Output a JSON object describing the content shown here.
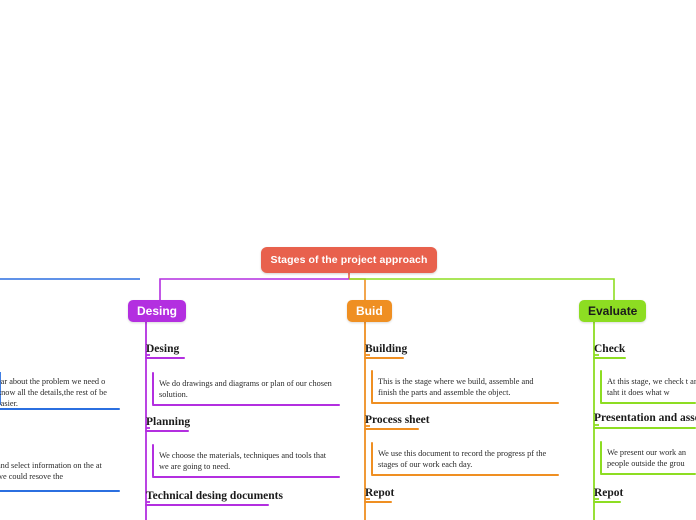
{
  "root": {
    "label": "Stages of the project approach",
    "color": "#e8614d"
  },
  "colors": {
    "analyse": "#2b6fe0",
    "desing": "#b32fe0",
    "buid": "#ef8f22",
    "evaluate": "#8ddd22",
    "root": "#e8614d"
  },
  "branches": [
    {
      "id": "analyse",
      "pill_label": "",
      "color": "#2b6fe0",
      "topics": [
        {
          "title": "",
          "note": "ear about the problem we need o know all the details,the rest of be easier."
        },
        {
          "title": "",
          "note": "and select information on the at we could resove the"
        }
      ]
    },
    {
      "id": "desing",
      "pill_label": "Desing",
      "color": "#b32fe0",
      "topics": [
        {
          "title": "Desing",
          "note": "We do drawings and diagrams or plan of our chosen solution."
        },
        {
          "title": "Planning",
          "note": "We choose the materials, techniques and tools that we are going to need."
        },
        {
          "title": "Technical desing documents",
          "note": ""
        }
      ]
    },
    {
      "id": "buid",
      "pill_label": "Buid",
      "color": "#ef8f22",
      "topics": [
        {
          "title": "Building",
          "note": "This is the stage where we build, assemble and finish the parts and assemble the object."
        },
        {
          "title": "Process sheet",
          "note": "We use this document to record the progress pf the stages of our work each day."
        },
        {
          "title": "Repot",
          "note": ""
        }
      ]
    },
    {
      "id": "evaluate",
      "pill_label": "Evaluate",
      "color": "#8ddd22",
      "topics": [
        {
          "title": "Check",
          "note": "At this stage, we check t and taht it does what w"
        },
        {
          "title": "Presentation and assesv",
          "note": "We present our work an people outside the grou"
        },
        {
          "title": "Repot",
          "note": ""
        }
      ]
    }
  ]
}
